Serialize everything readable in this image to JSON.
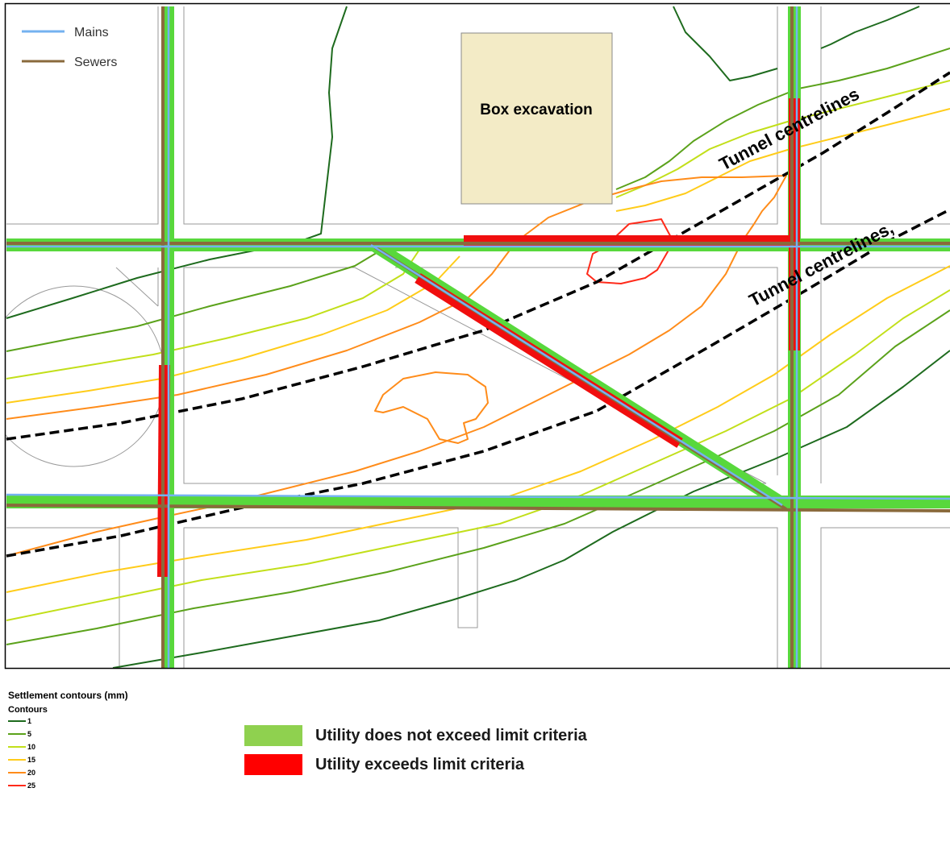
{
  "map": {
    "box_label": "Box excavation",
    "tunnel_label_1": "Tunnel centrelines",
    "tunnel_label_2": "Tunnel centrelines,",
    "colors": {
      "mains": "#74b2f0",
      "sewers": "#8a6a3c",
      "ok": "#58d83c",
      "exceed": "#f00e0e",
      "box_fill": "#f3ebc6"
    }
  },
  "utility_legend": {
    "mains_label": "Mains",
    "sewers_label": "Sewers"
  },
  "settlement_legend": {
    "title": "Settlement contours (mm)",
    "subtitle": "Contours",
    "items": [
      {
        "label": "1",
        "color": "#1e6b1e"
      },
      {
        "label": "5",
        "color": "#5ba21b"
      },
      {
        "label": "10",
        "color": "#c2df1a"
      },
      {
        "label": "15",
        "color": "#ffcc1a"
      },
      {
        "label": "20",
        "color": "#ff8c1a"
      },
      {
        "label": "25",
        "color": "#ff2a1a"
      }
    ]
  },
  "status_legend": {
    "ok_label": "Utility does not exceed limit criteria",
    "exceed_label": "Utility exceeds limit criteria",
    "ok_color": "#8fd14f",
    "exceed_color": "#ff0000"
  }
}
